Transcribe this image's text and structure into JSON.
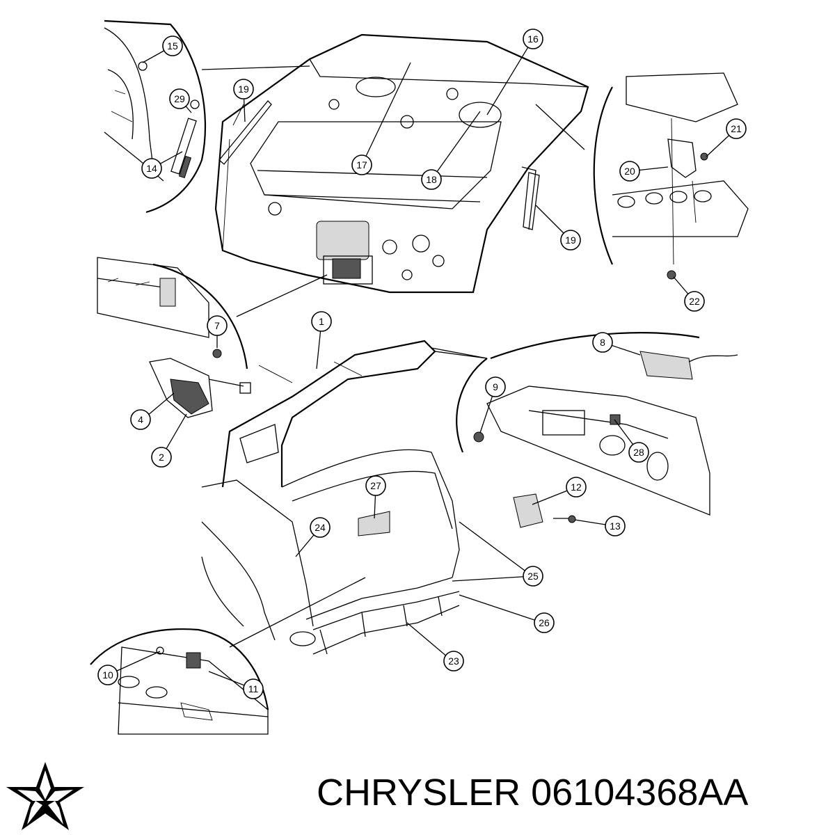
{
  "callouts": [
    {
      "label": "1"
    },
    {
      "label": "2"
    },
    {
      "label": "4"
    },
    {
      "label": "7"
    },
    {
      "label": "8"
    },
    {
      "label": "9"
    },
    {
      "label": "10"
    },
    {
      "label": "11"
    },
    {
      "label": "12"
    },
    {
      "label": "13"
    },
    {
      "label": "14"
    },
    {
      "label": "15"
    },
    {
      "label": "16"
    },
    {
      "label": "17"
    },
    {
      "label": "18"
    },
    {
      "label": "19"
    },
    {
      "label": "19"
    },
    {
      "label": "20"
    },
    {
      "label": "21"
    },
    {
      "label": "22"
    },
    {
      "label": "23"
    },
    {
      "label": "24"
    },
    {
      "label": "25"
    },
    {
      "label": "26"
    },
    {
      "label": "27"
    },
    {
      "label": "28"
    },
    {
      "label": "29"
    }
  ],
  "footer": {
    "brand": "CHRYSLER",
    "part_number": "06104368AA"
  }
}
